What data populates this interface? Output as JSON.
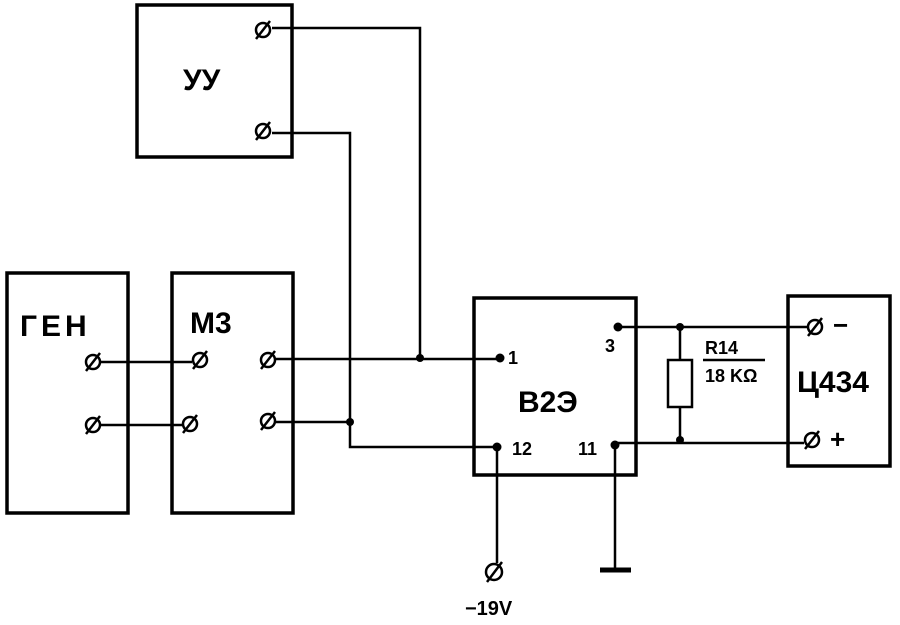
{
  "blocks": {
    "amplifier": "УУ",
    "generator": "ГЕН",
    "m3": "М3",
    "v2e": "В2Э",
    "meter": "Ц434"
  },
  "pins": {
    "p1": "1",
    "p3": "3",
    "p11": "11",
    "p12": "12"
  },
  "meter_terminals": {
    "minus": "−",
    "plus": "+"
  },
  "resistor": {
    "name": "R14",
    "value": "18 KΩ"
  },
  "supply": "−19V"
}
